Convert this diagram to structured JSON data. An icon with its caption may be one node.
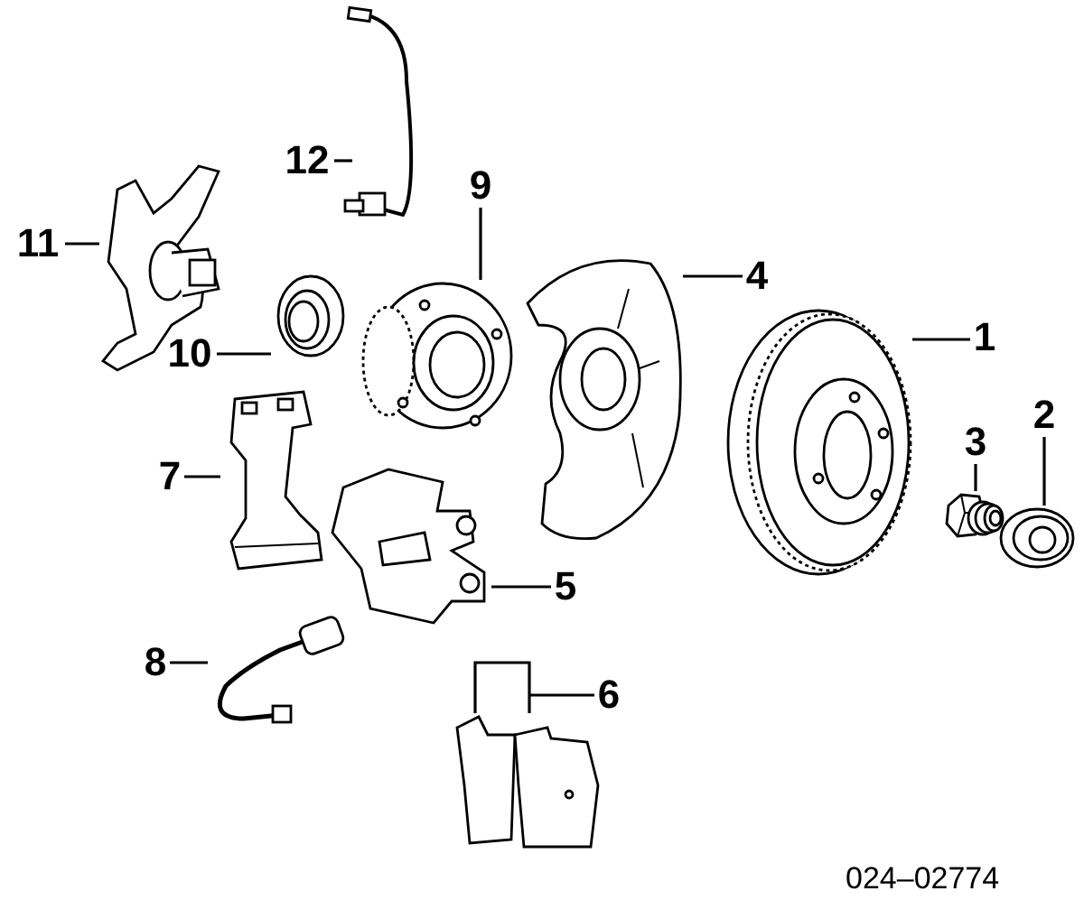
{
  "diagram": {
    "nodes": [
      {
        "text": [
          "1"
        ]
      },
      {
        "text": [
          "2"
        ]
      },
      {
        "text": [
          "3"
        ]
      },
      {
        "text": [
          "4"
        ]
      },
      {
        "text": [
          "5"
        ]
      },
      {
        "text": [
          "6"
        ]
      },
      {
        "text": [
          "7"
        ]
      },
      {
        "text": [
          "8"
        ]
      },
      {
        "text": [
          "9"
        ]
      },
      {
        "text": [
          "10"
        ]
      },
      {
        "text": [
          "11"
        ]
      },
      {
        "text": [
          "12"
        ]
      },
      {
        "text": [],
        "shape": "picture"
      },
      {
        "text": [],
        "shape": "picture"
      },
      {
        "text": [],
        "shape": "picture"
      },
      {
        "text": [],
        "shape": "picture"
      },
      {
        "text": [],
        "shape": "picture"
      },
      {
        "text": [],
        "shape": "picture"
      },
      {
        "text": [],
        "shape": "picture"
      },
      {
        "text": [],
        "shape": "picture"
      },
      {
        "text": [],
        "shape": "picture"
      },
      {
        "text": [],
        "shape": "picture"
      },
      {
        "text": [],
        "shape": "picture"
      },
      {
        "text": [],
        "shape": "picture"
      }
    ],
    "edges": [
      {
        "from": 0,
        "to": 12,
        "arrow": "none"
      },
      {
        "from": 1,
        "to": 13,
        "arrow": "none"
      },
      {
        "from": 2,
        "to": 14,
        "arrow": "none"
      },
      {
        "from": 3,
        "to": 15,
        "arrow": "none"
      },
      {
        "from": 4,
        "to": 16,
        "arrow": "none"
      },
      {
        "from": 5,
        "to": 17,
        "arrow": "none"
      },
      {
        "from": 6,
        "to": 18,
        "arrow": "none"
      },
      {
        "from": 7,
        "to": 19,
        "arrow": "none"
      },
      {
        "from": 8,
        "to": 20,
        "arrow": "none"
      },
      {
        "from": 9,
        "to": 21,
        "arrow": "none"
      },
      {
        "from": 10,
        "to": 22,
        "arrow": "none"
      },
      {
        "from": 11,
        "to": 23,
        "arrow": "none"
      }
    ],
    "labels": [
      "024–02774"
    ]
  }
}
